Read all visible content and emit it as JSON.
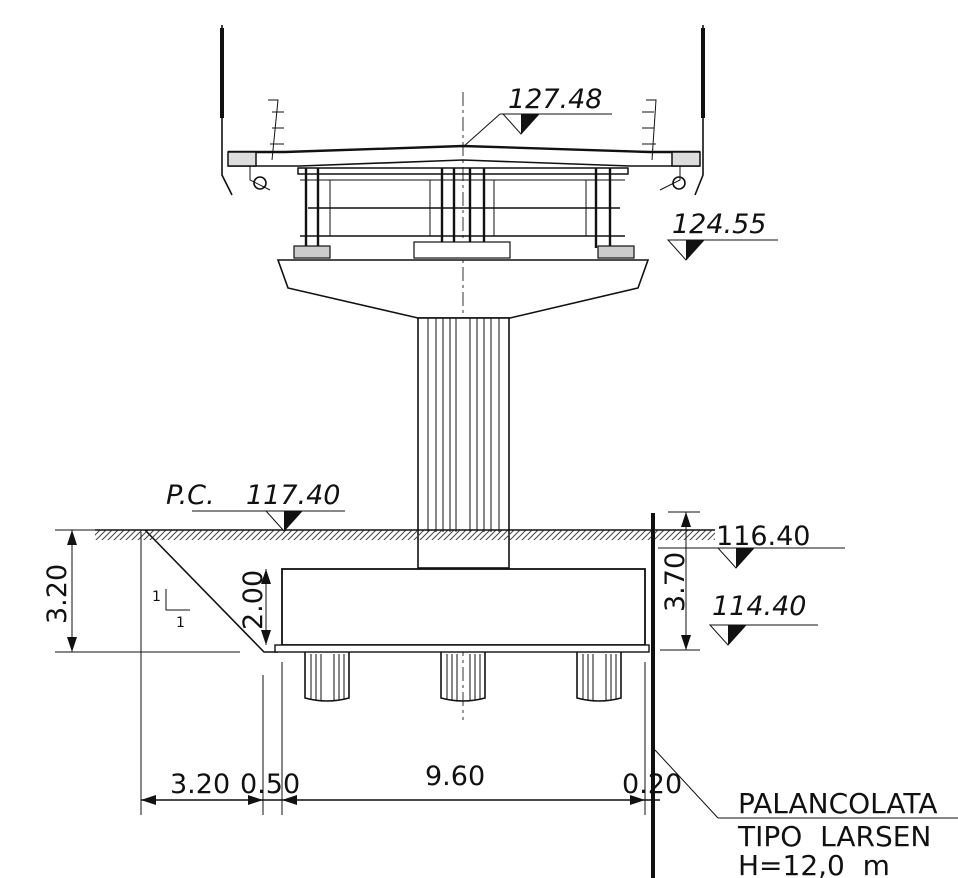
{
  "levels": {
    "deck": "127.48",
    "pier_cap": "124.55",
    "ground_label": "P.C.",
    "ground_value": "117.40",
    "top_footing": "116.40",
    "bottom_footing": "114.40"
  },
  "dimensions": {
    "excavation_height": "3.20",
    "footing_height": "2.00",
    "sheet_pile_depth": "3.70",
    "slope_offset": "3.20",
    "lean_offset": "0.50",
    "footing_width": "9.60",
    "pile_gap": "0.20"
  },
  "slope_ratio": {
    "vertical": "1",
    "horizontal": "1"
  },
  "sheet_pile_note": {
    "line1": "PALANCOLATA",
    "line2": "TIPO  LARSEN",
    "line3": "H=12,0  m"
  },
  "colors": {
    "ink": "#111111",
    "background": "#ffffff"
  }
}
